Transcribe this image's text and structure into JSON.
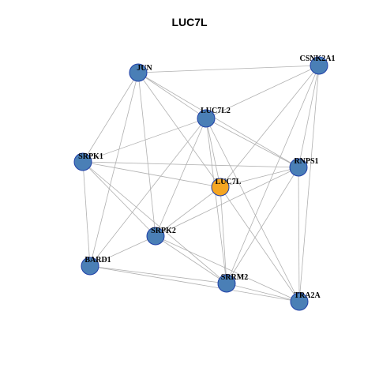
{
  "title": "LUC7L",
  "colors": {
    "node_default": "#4a7fb6",
    "node_center": "#f5a623",
    "node_stroke": "#1f3fa8",
    "edge": "#b0b0b0"
  },
  "nodes": [
    {
      "id": "JUN",
      "label": "JUN",
      "center": false
    },
    {
      "id": "CSNK2A1",
      "label": "CSNK2A1",
      "center": false
    },
    {
      "id": "LUC7L2",
      "label": "LUC7L2",
      "center": false
    },
    {
      "id": "SRPK1",
      "label": "SRPK1",
      "center": false
    },
    {
      "id": "RNPS1",
      "label": "RNPS1",
      "center": false
    },
    {
      "id": "LUC7L",
      "label": "LUC7L",
      "center": true
    },
    {
      "id": "SRPK2",
      "label": "SRPK2",
      "center": false
    },
    {
      "id": "BARD1",
      "label": "BARD1",
      "center": false
    },
    {
      "id": "SRRM2",
      "label": "SRRM2",
      "center": false
    },
    {
      "id": "TRA2A",
      "label": "TRA2A",
      "center": false
    }
  ],
  "edges": [
    [
      "JUN",
      "CSNK2A1"
    ],
    [
      "JUN",
      "LUC7L2"
    ],
    [
      "JUN",
      "SRPK1"
    ],
    [
      "JUN",
      "RNPS1"
    ],
    [
      "JUN",
      "LUC7L"
    ],
    [
      "JUN",
      "SRPK2"
    ],
    [
      "JUN",
      "BARD1"
    ],
    [
      "CSNK2A1",
      "LUC7L2"
    ],
    [
      "CSNK2A1",
      "RNPS1"
    ],
    [
      "CSNK2A1",
      "LUC7L"
    ],
    [
      "CSNK2A1",
      "SRRM2"
    ],
    [
      "CSNK2A1",
      "TRA2A"
    ],
    [
      "LUC7L2",
      "SRPK1"
    ],
    [
      "LUC7L2",
      "RNPS1"
    ],
    [
      "LUC7L2",
      "LUC7L"
    ],
    [
      "LUC7L2",
      "SRPK2"
    ],
    [
      "LUC7L2",
      "BARD1"
    ],
    [
      "LUC7L2",
      "SRRM2"
    ],
    [
      "LUC7L2",
      "TRA2A"
    ],
    [
      "SRPK1",
      "RNPS1"
    ],
    [
      "SRPK1",
      "LUC7L"
    ],
    [
      "SRPK1",
      "SRPK2"
    ],
    [
      "SRPK1",
      "BARD1"
    ],
    [
      "SRPK1",
      "SRRM2"
    ],
    [
      "RNPS1",
      "LUC7L"
    ],
    [
      "RNPS1",
      "SRPK2"
    ],
    [
      "RNPS1",
      "SRRM2"
    ],
    [
      "RNPS1",
      "TRA2A"
    ],
    [
      "LUC7L",
      "SRPK2"
    ],
    [
      "LUC7L",
      "SRRM2"
    ],
    [
      "LUC7L",
      "TRA2A"
    ],
    [
      "SRPK2",
      "BARD1"
    ],
    [
      "SRPK2",
      "SRRM2"
    ],
    [
      "SRPK2",
      "TRA2A"
    ],
    [
      "BARD1",
      "SRRM2"
    ],
    [
      "BARD1",
      "TRA2A"
    ],
    [
      "SRRM2",
      "TRA2A"
    ]
  ]
}
